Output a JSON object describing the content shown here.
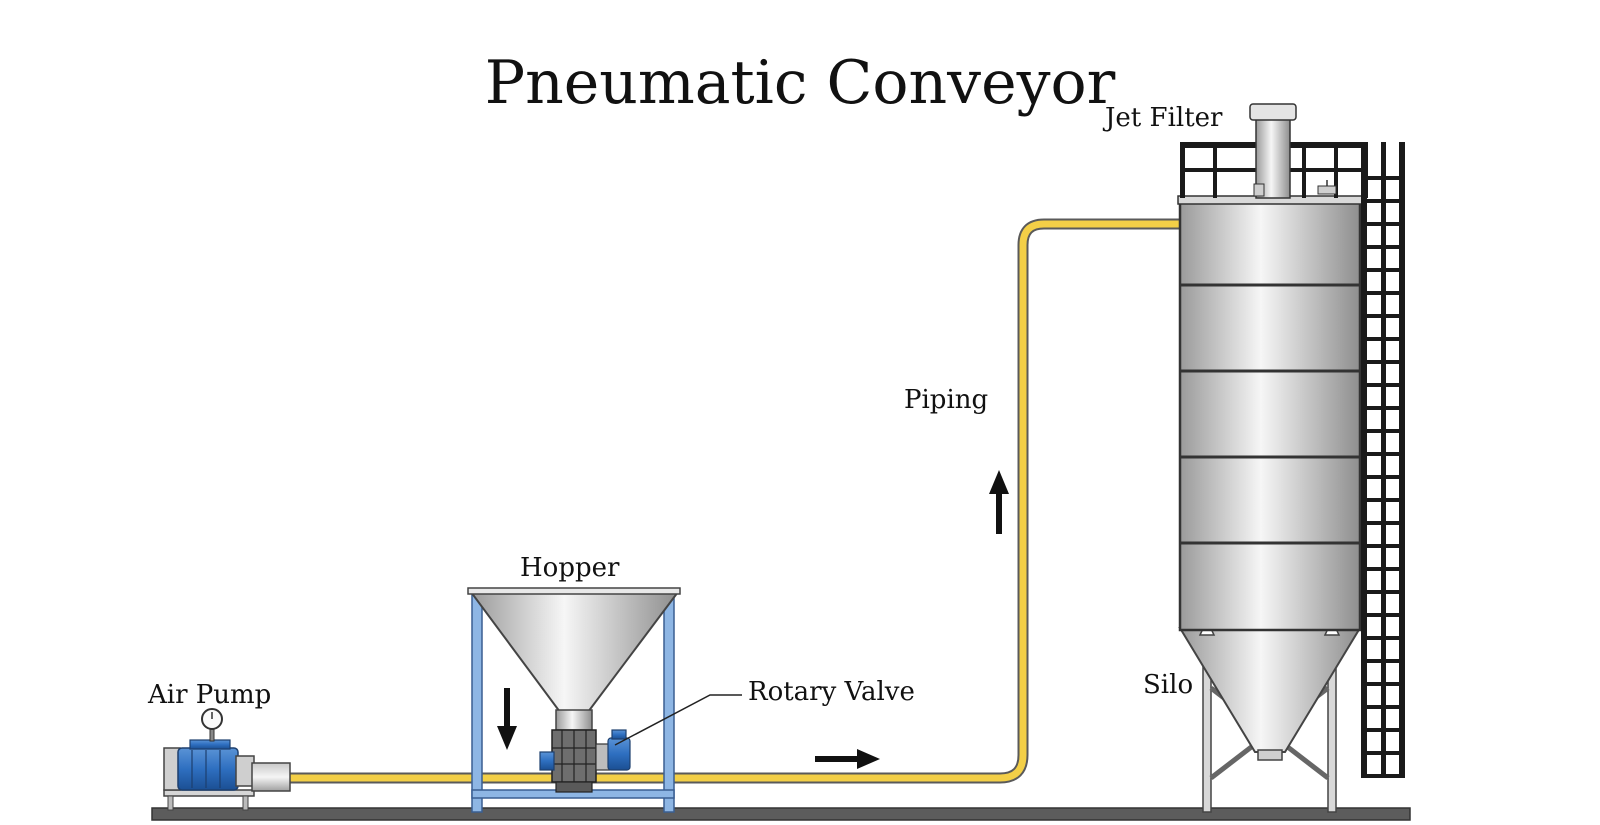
{
  "title": "Pneumatic Conveyor",
  "labels": {
    "air_pump": "Air Pump",
    "hopper": "Hopper",
    "rotary_valve": "Rotary Valve",
    "piping": "Piping",
    "jet_filter": "Jet Filter",
    "silo": "Silo"
  },
  "colors": {
    "pipe": "#f3cf47",
    "pipe_outline": "#555555",
    "frame": "#8eb6e4",
    "frame_outline": "#3a5f92",
    "pump_blue": "#2e6fc0",
    "metal_light": "#f4f4f4",
    "metal_dark": "#9c9c9c",
    "ground": "#555555"
  }
}
